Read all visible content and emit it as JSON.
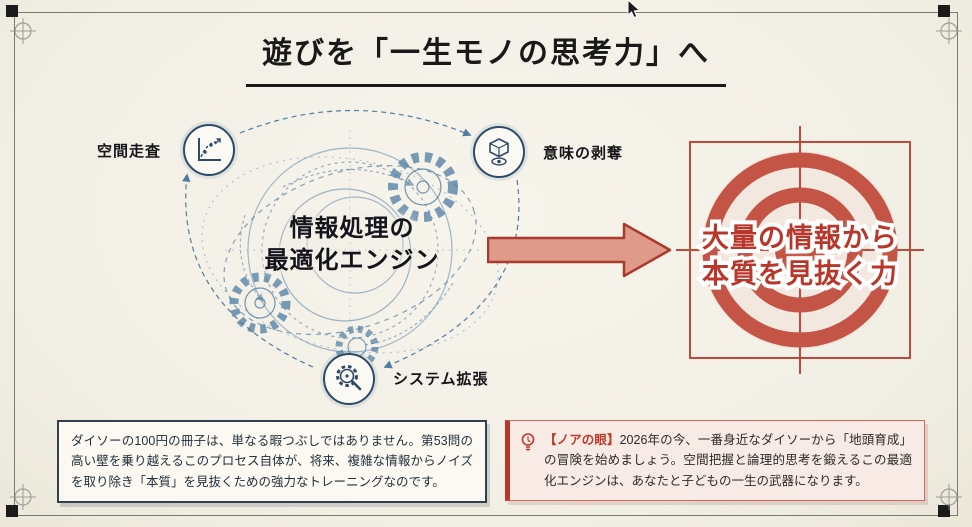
{
  "title": "遊びを「一生モノの思考力」へ",
  "engine": {
    "nodes": [
      {
        "label": "空間走査"
      },
      {
        "label": "意味の剥奪"
      },
      {
        "label": "システム拡張"
      }
    ],
    "center": {
      "line1": "情報処理の",
      "line2": "最適化エンジン"
    }
  },
  "result": {
    "line1": "大量の情報から",
    "line2": "本質を見抜く力"
  },
  "note_left": {
    "text": "ダイソーの100円の冊子は、単なる暇つぶしではありません。第53問の高い壁を乗り越えるこのプロセス自体が、将来、複雑な情報からノイズを取り除き「本質」を見抜くための強力なトレーニングなのです。"
  },
  "note_right": {
    "heading": "【ノアの眼】",
    "text": "2026年の今、一番身近なダイソーから「地頭育成」の冒険を始めましょう。空間把握と論理的思考を鍛えるこの最適化エンジンは、あなたと子どもの一生の武器になります。"
  },
  "colors": {
    "background": "#f2efe5",
    "blueprint_blue": "#4e7ca3",
    "accent_red": "#c0392b",
    "target_red": "#c45446",
    "ink": "#191919"
  }
}
